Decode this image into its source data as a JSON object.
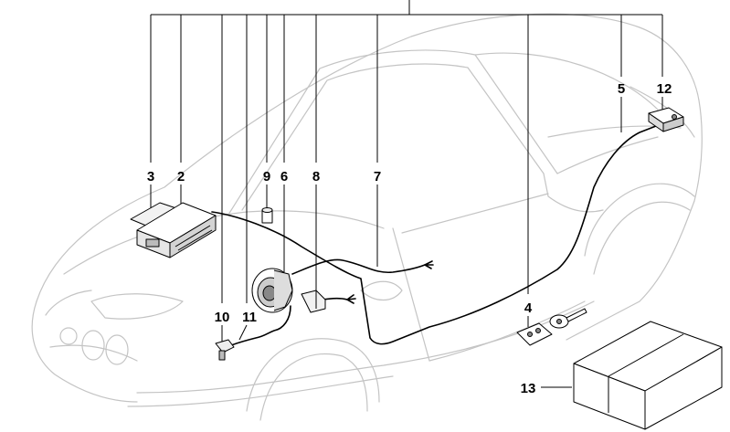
{
  "callouts": {
    "c1": "3",
    "c2": "2",
    "c3": "9",
    "c4": "6",
    "c5": "8",
    "c6": "7",
    "c7": "5",
    "c8": "12",
    "c9": "4",
    "c10": "10",
    "c11": "11",
    "c12": "13"
  }
}
